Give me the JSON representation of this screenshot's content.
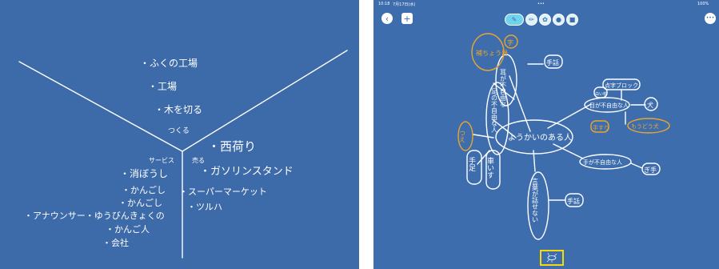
{
  "left_board": {
    "labels": {
      "make": "つくる",
      "service": "サービス",
      "sell": "売る"
    },
    "make_items": [
      "・ふくの工場",
      "・工場",
      "・木を切る"
    ],
    "sell_items": [
      "・西荷り",
      "・ガソリンスタンド",
      "・スーパーマーケット",
      "・ツルハ"
    ],
    "service_items": [
      "・消ぼうし",
      "・かんごし",
      "・かんごし",
      "・アナウンサー・ゆうびんきょくの",
      "・かんご人",
      "・会社"
    ]
  },
  "app": {
    "status_time": "10:18",
    "status_date": "7月17日(水)",
    "status_dots": "•••",
    "status_battery": "100%",
    "back_icon": "‹",
    "add_icon": "+",
    "more_icon": "•••"
  },
  "mind_map": {
    "center": "ようかいのある人",
    "nodes": {
      "n1": "手話",
      "n2": "耳が不自由な",
      "n3": "目が不自由な人",
      "n4": "点字ブロック",
      "n5": "手が不自由な人",
      "n6": "足の不自由な人",
      "n7": "車いす",
      "n8": "手足",
      "n9": "言葉が話せない",
      "n10": "手話",
      "n11": "ぎ手",
      "n12": "白い杖",
      "n13": "犬"
    },
    "orange_nodes": {
      "o1": "補ちょう器",
      "o2": "手すり",
      "o3": "もうどう犬",
      "o4": "つえ",
      "o5": "字"
    }
  },
  "colors": {
    "board_blue": "#3d6aa8",
    "ink_white": "#ffffff",
    "ink_orange": "#e8a531",
    "thumbnail_border": "#f5d90a"
  }
}
